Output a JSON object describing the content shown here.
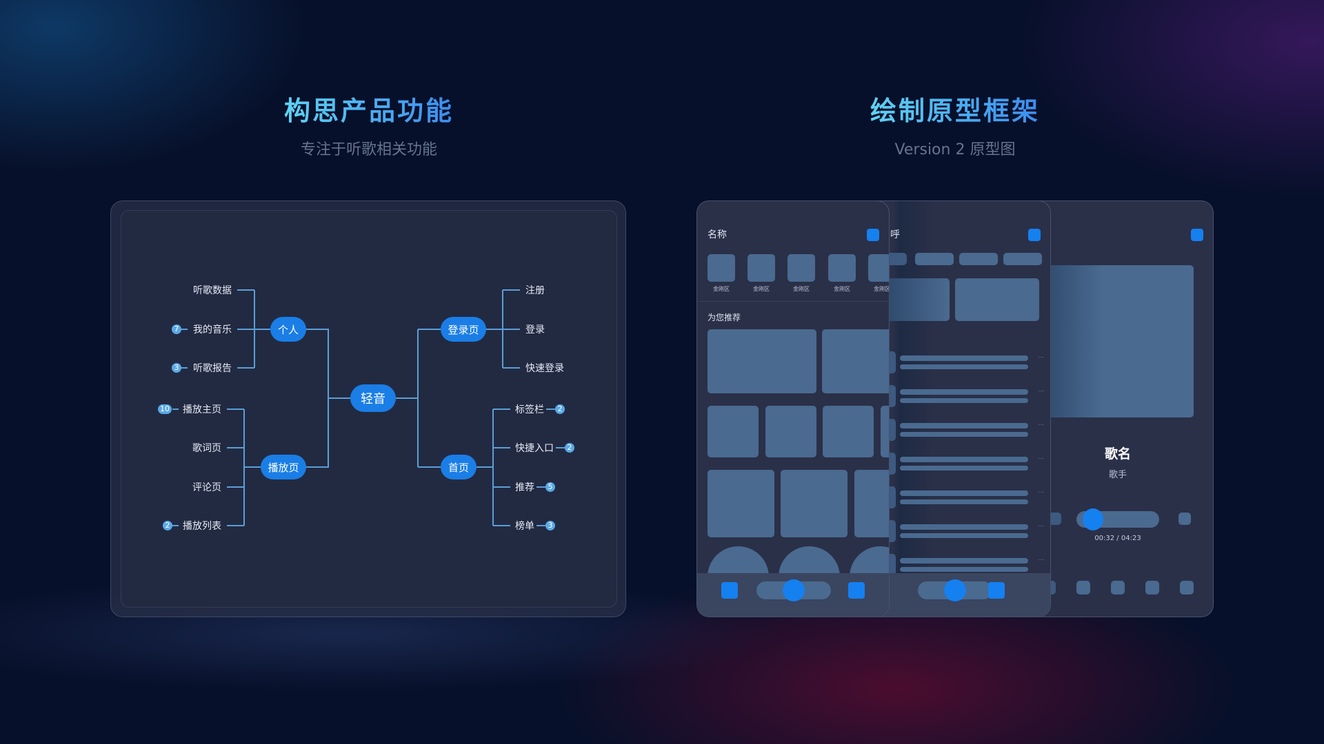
{
  "left": {
    "title": "构思产品功能",
    "subtitle": "专注于听歌相关功能"
  },
  "right": {
    "title": "绘制原型框架",
    "subtitle": "Version 2 原型图"
  },
  "mindmap": {
    "root": "轻音",
    "personal": {
      "label": "个人",
      "leaves": [
        {
          "label": "听歌数据"
        },
        {
          "label": "我的音乐",
          "badge": "7"
        },
        {
          "label": "听歌报告",
          "badge": "3"
        }
      ]
    },
    "player": {
      "label": "播放页",
      "leaves": [
        {
          "label": "播放主页",
          "badge": "10"
        },
        {
          "label": "歌词页"
        },
        {
          "label": "评论页"
        },
        {
          "label": "播放列表",
          "badge": "2"
        }
      ]
    },
    "login": {
      "label": "登录页",
      "leaves": [
        {
          "label": "注册"
        },
        {
          "label": "登录"
        },
        {
          "label": "快速登录"
        }
      ]
    },
    "home": {
      "label": "首页",
      "leaves": [
        {
          "label": "标签栏",
          "badge": "2"
        },
        {
          "label": "快捷入口",
          "badge": "2"
        },
        {
          "label": "推荐",
          "badge": "5"
        },
        {
          "label": "榜单",
          "badge": "3"
        }
      ]
    },
    "line_color": "#5b9fd6",
    "node_color": "#1a7ee6"
  },
  "phone1": {
    "title": "名称",
    "icon_label": "金刚区",
    "section": "为您推荐"
  },
  "phone2": {
    "title": "呼"
  },
  "phone3": {
    "song": "歌名",
    "artist": "歌手",
    "time": "00:32 / 04:23",
    "progress": 0.1
  }
}
